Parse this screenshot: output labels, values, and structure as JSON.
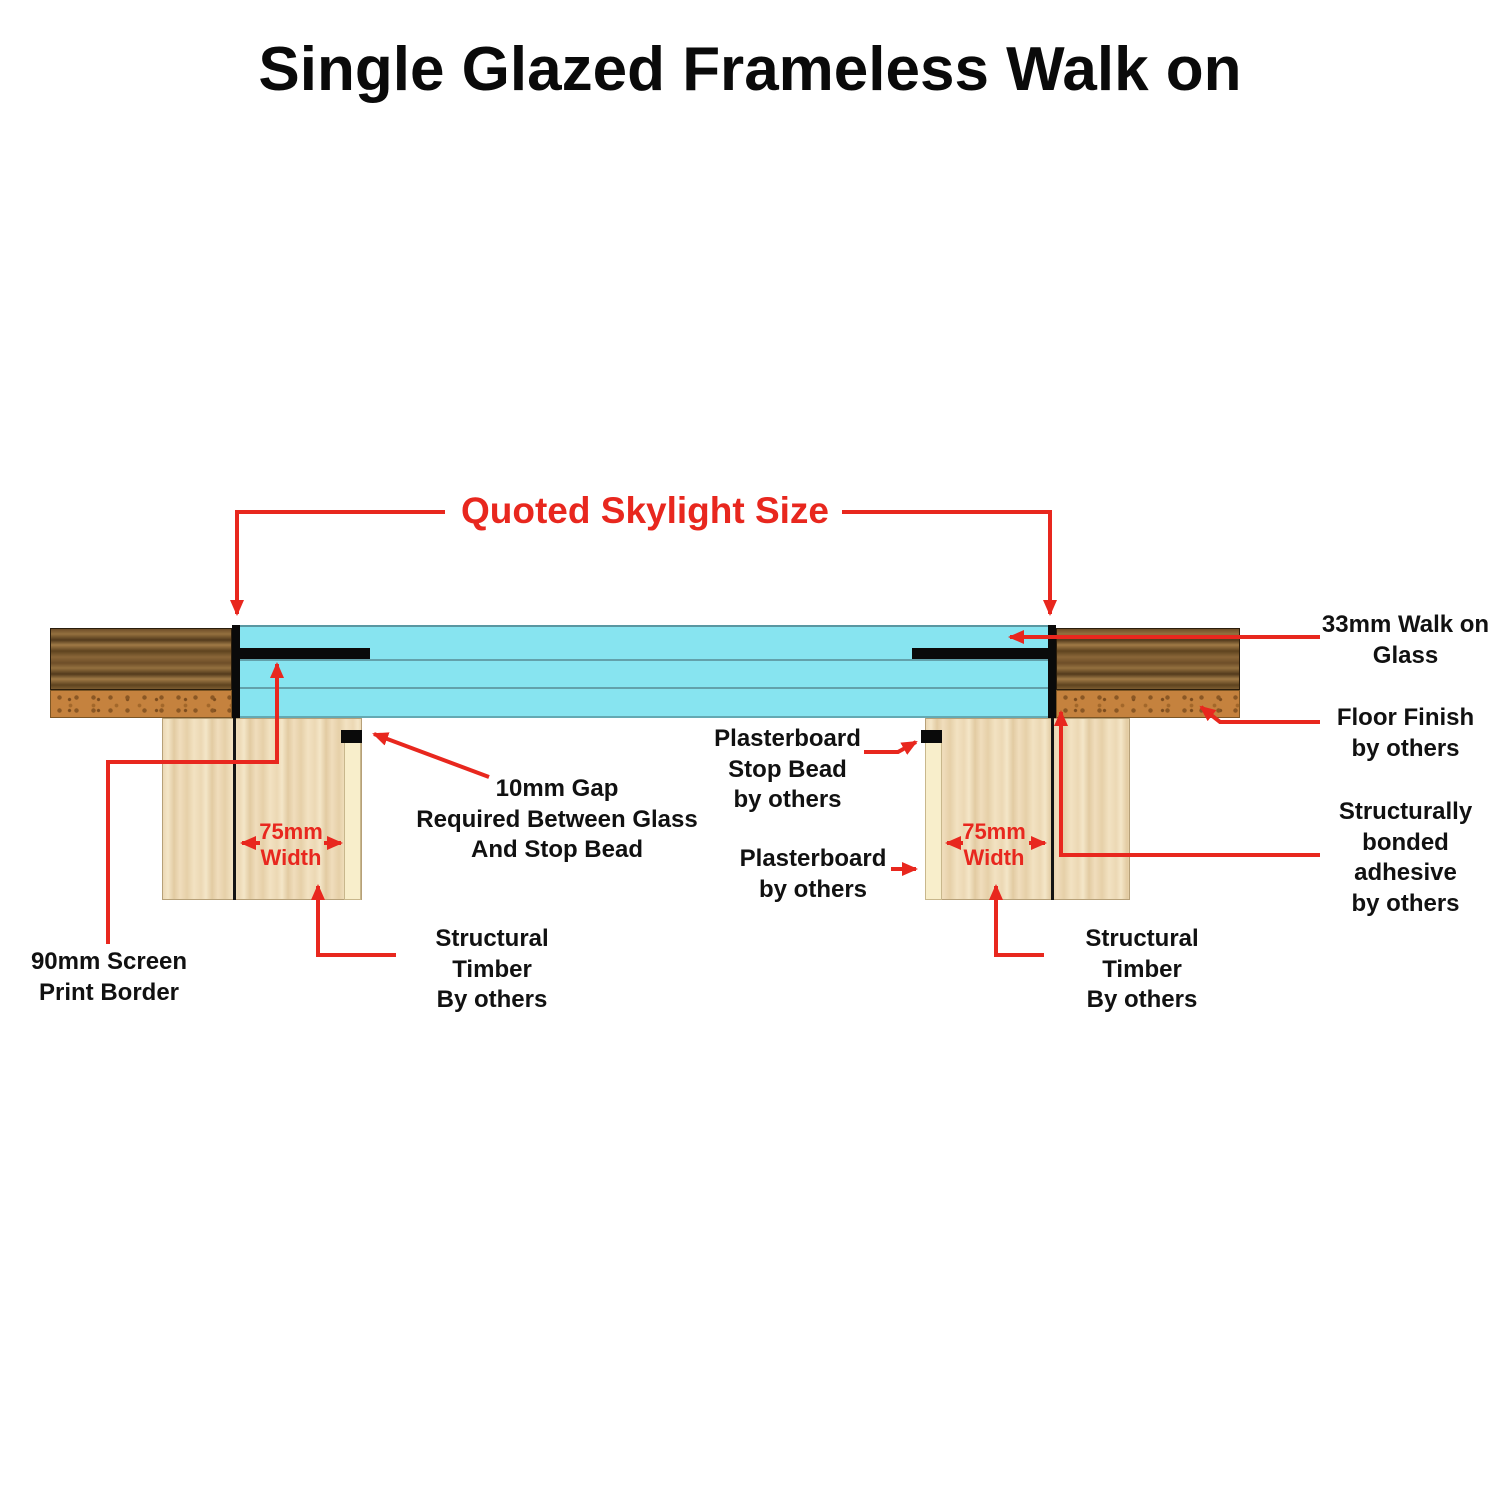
{
  "title": "Single Glazed Frameless Walk on",
  "colors": {
    "accent_red": "#e8271e",
    "glass_cyan": "#87e4f0",
    "floor_wood": "#6e4e28",
    "underlay_orange": "#c5823e",
    "timber_tan": "#ecd8b4",
    "plasterboard_cream": "#f8eecb",
    "black": "#0a0a0a"
  },
  "labels": {
    "quoted_size": "Quoted Skylight Size",
    "walk_on_glass": [
      "33mm Walk on",
      "Glass"
    ],
    "floor_finish": [
      "Floor Finish",
      "by others"
    ],
    "bonded_adhesive": [
      "Structurally",
      "bonded",
      "adhesive",
      "by others"
    ],
    "stop_bead": [
      "Plasterboard",
      "Stop Bead",
      "by others"
    ],
    "plasterboard": [
      "Plasterboard",
      "by others"
    ],
    "gap": [
      "10mm Gap",
      "Required Between Glass",
      "And Stop Bead"
    ],
    "width_left": [
      "75mm",
      "Width"
    ],
    "width_right": [
      "75mm",
      "Width"
    ],
    "timber_left": [
      "Structural Timber",
      "By others"
    ],
    "timber_right": [
      "Structural Timber",
      "By others"
    ],
    "screen_print_border": [
      "90mm Screen",
      "Print Border"
    ]
  }
}
